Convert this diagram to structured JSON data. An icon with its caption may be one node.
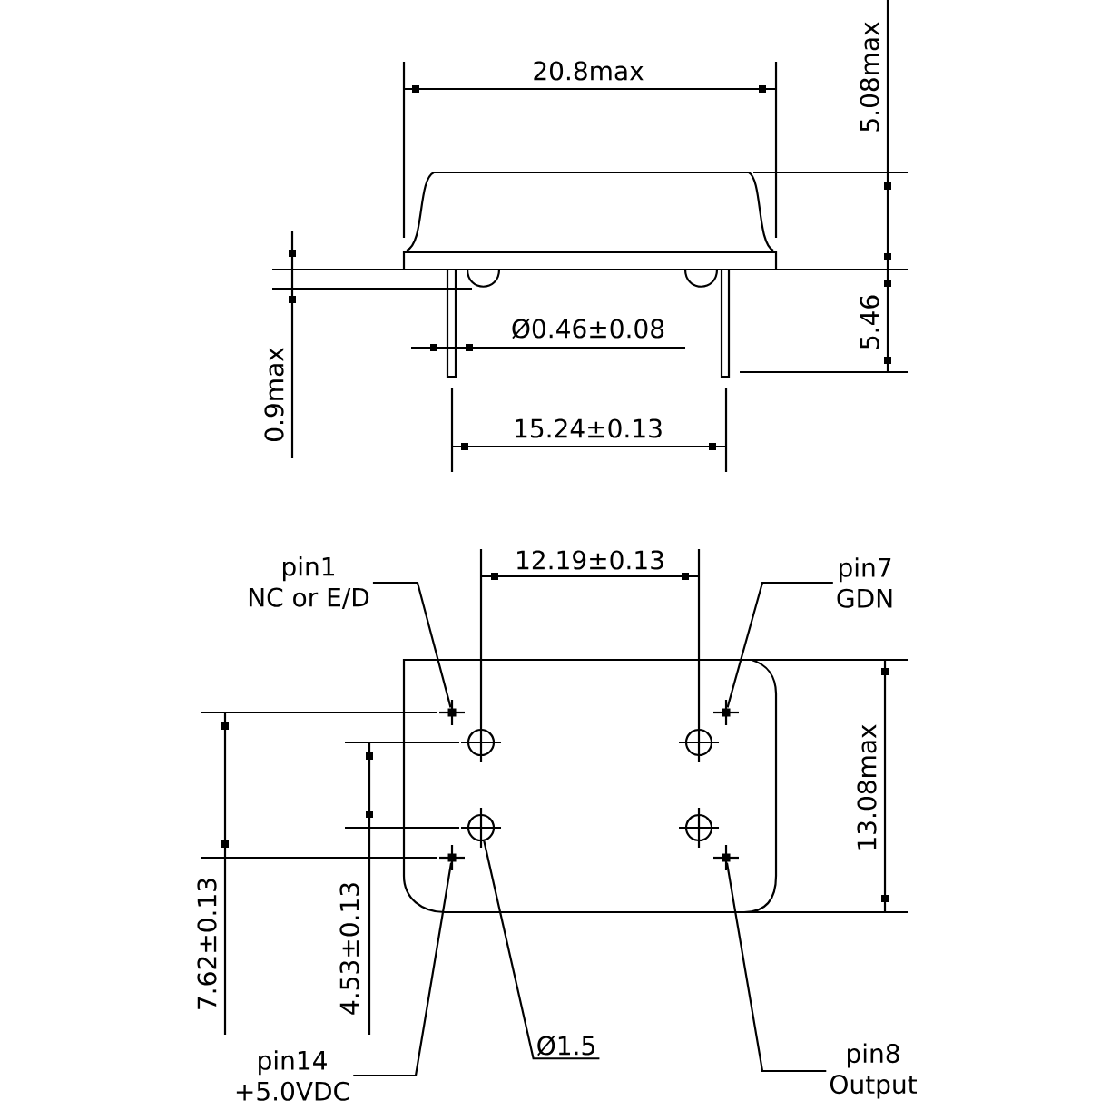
{
  "diagram": {
    "nodes": [
      {
        "text": [
          "pin1",
          "NC or E/D"
        ]
      },
      {
        "text": [
          "pin7",
          "GDN"
        ]
      },
      {
        "text": [
          "pin14",
          "+5.0VDC"
        ]
      },
      {
        "text": [
          "Ø1.5"
        ]
      },
      {
        "text": [
          "pin8",
          "Output"
        ]
      },
      {
        "text": [],
        "shape": "cross"
      },
      {
        "text": [],
        "shape": "cross"
      },
      {
        "text": [],
        "shape": "cross"
      },
      {
        "text": [],
        "shape": "cross"
      },
      {
        "text": [],
        "shape": "circle"
      }
    ],
    "edges": [
      {
        "from": 0,
        "to": 5,
        "arrow": "none"
      },
      {
        "from": 1,
        "to": 6,
        "arrow": "none"
      },
      {
        "from": 2,
        "to": 7,
        "arrow": "none"
      },
      {
        "from": 3,
        "to": 9,
        "arrow": "none"
      },
      {
        "from": 4,
        "to": 8,
        "arrow": "none"
      }
    ],
    "labels": [
      "20.8max",
      "5.08max",
      "0.9max",
      "5.46",
      "Ø0.46±0.08",
      "15.24±0.13",
      "12.19±0.13",
      "13.08max",
      "7.62±0.13",
      "4.53±0.13"
    ]
  }
}
